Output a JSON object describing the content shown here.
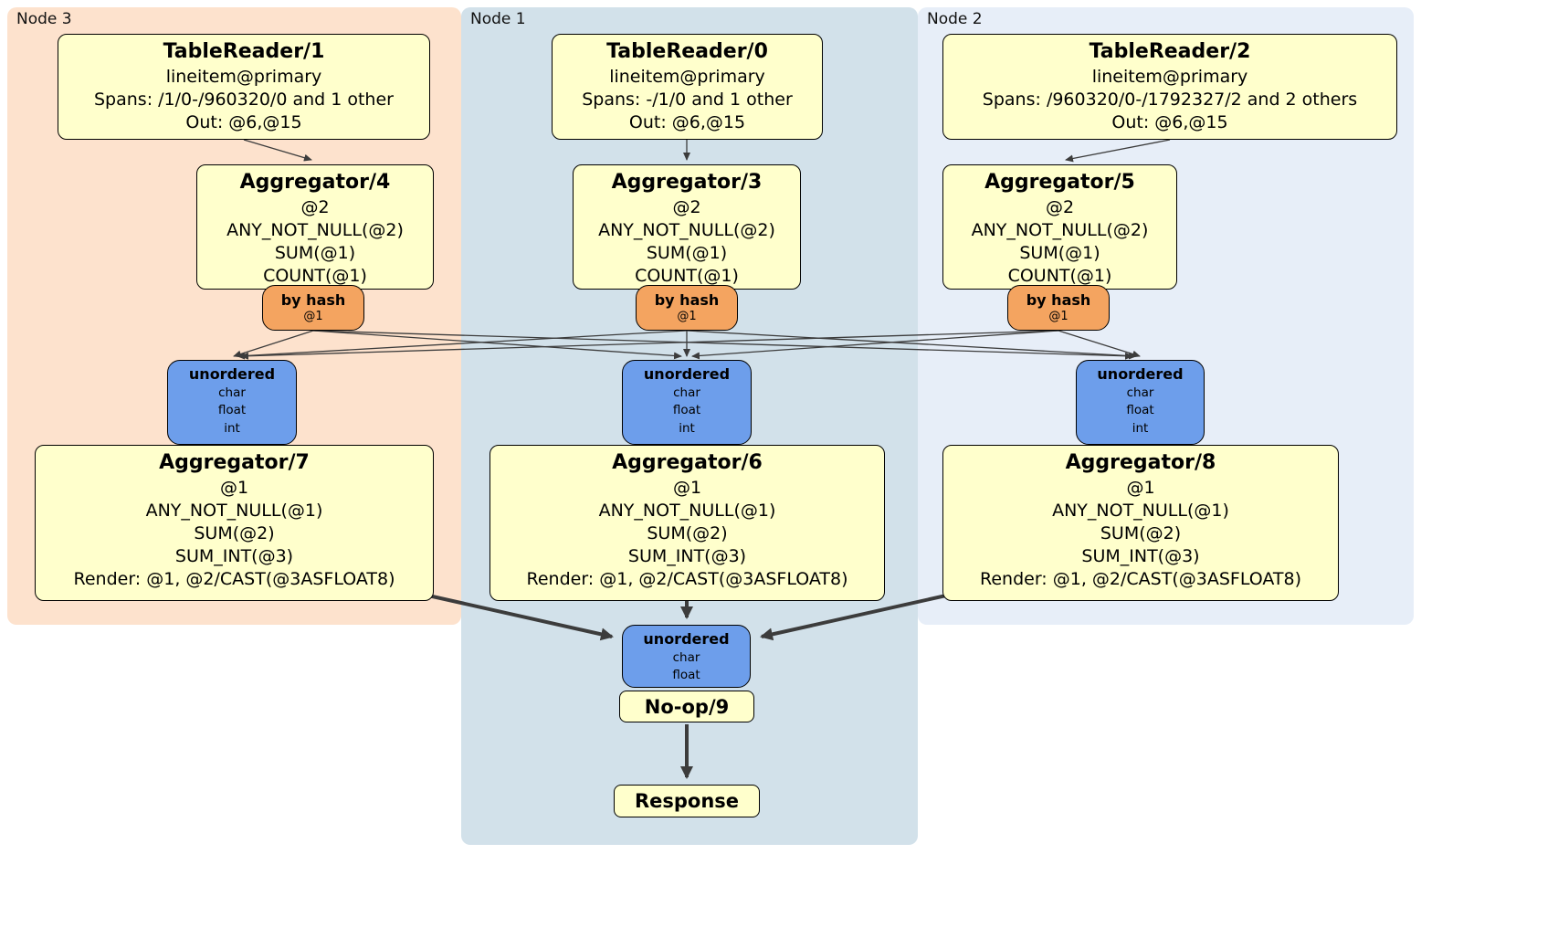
{
  "groups": {
    "node3": {
      "label": "Node 3"
    },
    "node1": {
      "label": "Node 1"
    },
    "node2": {
      "label": "Node 2"
    }
  },
  "node3": {
    "tableReader": {
      "title": "TableReader/1",
      "lines": [
        "lineitem@primary",
        "Spans: /1/0-/960320/0 and 1 other",
        "Out: @6,@15"
      ]
    },
    "aggTop": {
      "title": "Aggregator/4",
      "lines": [
        "@2",
        "ANY_NOT_NULL(@2)",
        "SUM(@1)",
        "COUNT(@1)"
      ]
    },
    "router": {
      "title": "by hash",
      "detail": "@1"
    },
    "sync": {
      "title": "unordered",
      "lines": [
        "char",
        "float",
        "int"
      ]
    },
    "aggBottom": {
      "title": "Aggregator/7",
      "lines": [
        "@1",
        "ANY_NOT_NULL(@1)",
        "SUM(@2)",
        "SUM_INT(@3)",
        "Render: @1, @2/CAST(@3ASFLOAT8)"
      ]
    }
  },
  "node1": {
    "tableReader": {
      "title": "TableReader/0",
      "lines": [
        "lineitem@primary",
        "Spans: -/1/0 and 1 other",
        "Out: @6,@15"
      ]
    },
    "aggTop": {
      "title": "Aggregator/3",
      "lines": [
        "@2",
        "ANY_NOT_NULL(@2)",
        "SUM(@1)",
        "COUNT(@1)"
      ]
    },
    "router": {
      "title": "by hash",
      "detail": "@1"
    },
    "sync": {
      "title": "unordered",
      "lines": [
        "char",
        "float",
        "int"
      ]
    },
    "aggBottom": {
      "title": "Aggregator/6",
      "lines": [
        "@1",
        "ANY_NOT_NULL(@1)",
        "SUM(@2)",
        "SUM_INT(@3)",
        "Render: @1, @2/CAST(@3ASFLOAT8)"
      ]
    }
  },
  "node2": {
    "tableReader": {
      "title": "TableReader/2",
      "lines": [
        "lineitem@primary",
        "Spans: /960320/0-/1792327/2 and 2 others",
        "Out: @6,@15"
      ]
    },
    "aggTop": {
      "title": "Aggregator/5",
      "lines": [
        "@2",
        "ANY_NOT_NULL(@2)",
        "SUM(@1)",
        "COUNT(@1)"
      ]
    },
    "router": {
      "title": "by hash",
      "detail": "@1"
    },
    "sync": {
      "title": "unordered",
      "lines": [
        "char",
        "float",
        "int"
      ]
    },
    "aggBottom": {
      "title": "Aggregator/8",
      "lines": [
        "@1",
        "ANY_NOT_NULL(@1)",
        "SUM(@2)",
        "SUM_INT(@3)",
        "Render: @1, @2/CAST(@3ASFLOAT8)"
      ]
    }
  },
  "final": {
    "sync": {
      "title": "unordered",
      "lines": [
        "char",
        "float"
      ]
    },
    "noop": {
      "title": "No-op/9"
    },
    "response": {
      "title": "Response"
    }
  },
  "colors": {
    "node3_bg": "#FDE2CD",
    "node1_bg": "#D2E1EA",
    "node2_bg": "#E7EEF8",
    "processor_bg": "#FFFFCC",
    "router_bg": "#F4A460",
    "sync_bg": "#6D9EEB",
    "edge": "#3C3C3C"
  }
}
